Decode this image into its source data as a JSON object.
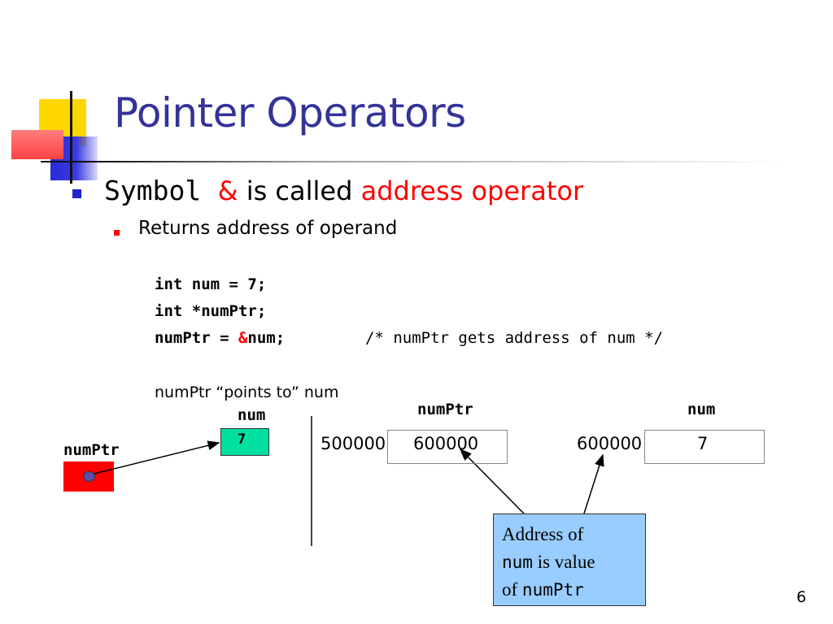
{
  "slide": {
    "title": "Pointer Operators",
    "page_number": "6"
  },
  "bullet1": {
    "code": "Symbol",
    "amp": "&",
    "mid": " is called ",
    "term": "address operator"
  },
  "bullet2": {
    "text": "Returns address of operand"
  },
  "code": {
    "line1": "int num = 7;",
    "line2": "int *numPtr;",
    "line3_pre": "numPtr = ",
    "line3_amp": "&",
    "line3_post": "num;",
    "comment": "/* numPtr gets address of num */"
  },
  "diagram_left": {
    "caption": "numPtr “points to” num",
    "num_label": "num",
    "num_value": "7",
    "numptr_label": "numPtr"
  },
  "diagram_right": {
    "numptr_header": "numPtr",
    "num_header": "num",
    "numptr_address": "500000",
    "numptr_value": "600000",
    "num_address": "600000",
    "num_value": "7"
  },
  "note": {
    "line1": "Address of",
    "num_code": "num",
    "line2_rest": " is value",
    "line3_pre": "of ",
    "numptr_code": "numPtr"
  },
  "colors": {
    "title": "#333399",
    "emphasis": "#ff0000",
    "pointee_box": "#00e0a0",
    "pointer_box": "#ff0000",
    "note_box": "#99ccff"
  }
}
